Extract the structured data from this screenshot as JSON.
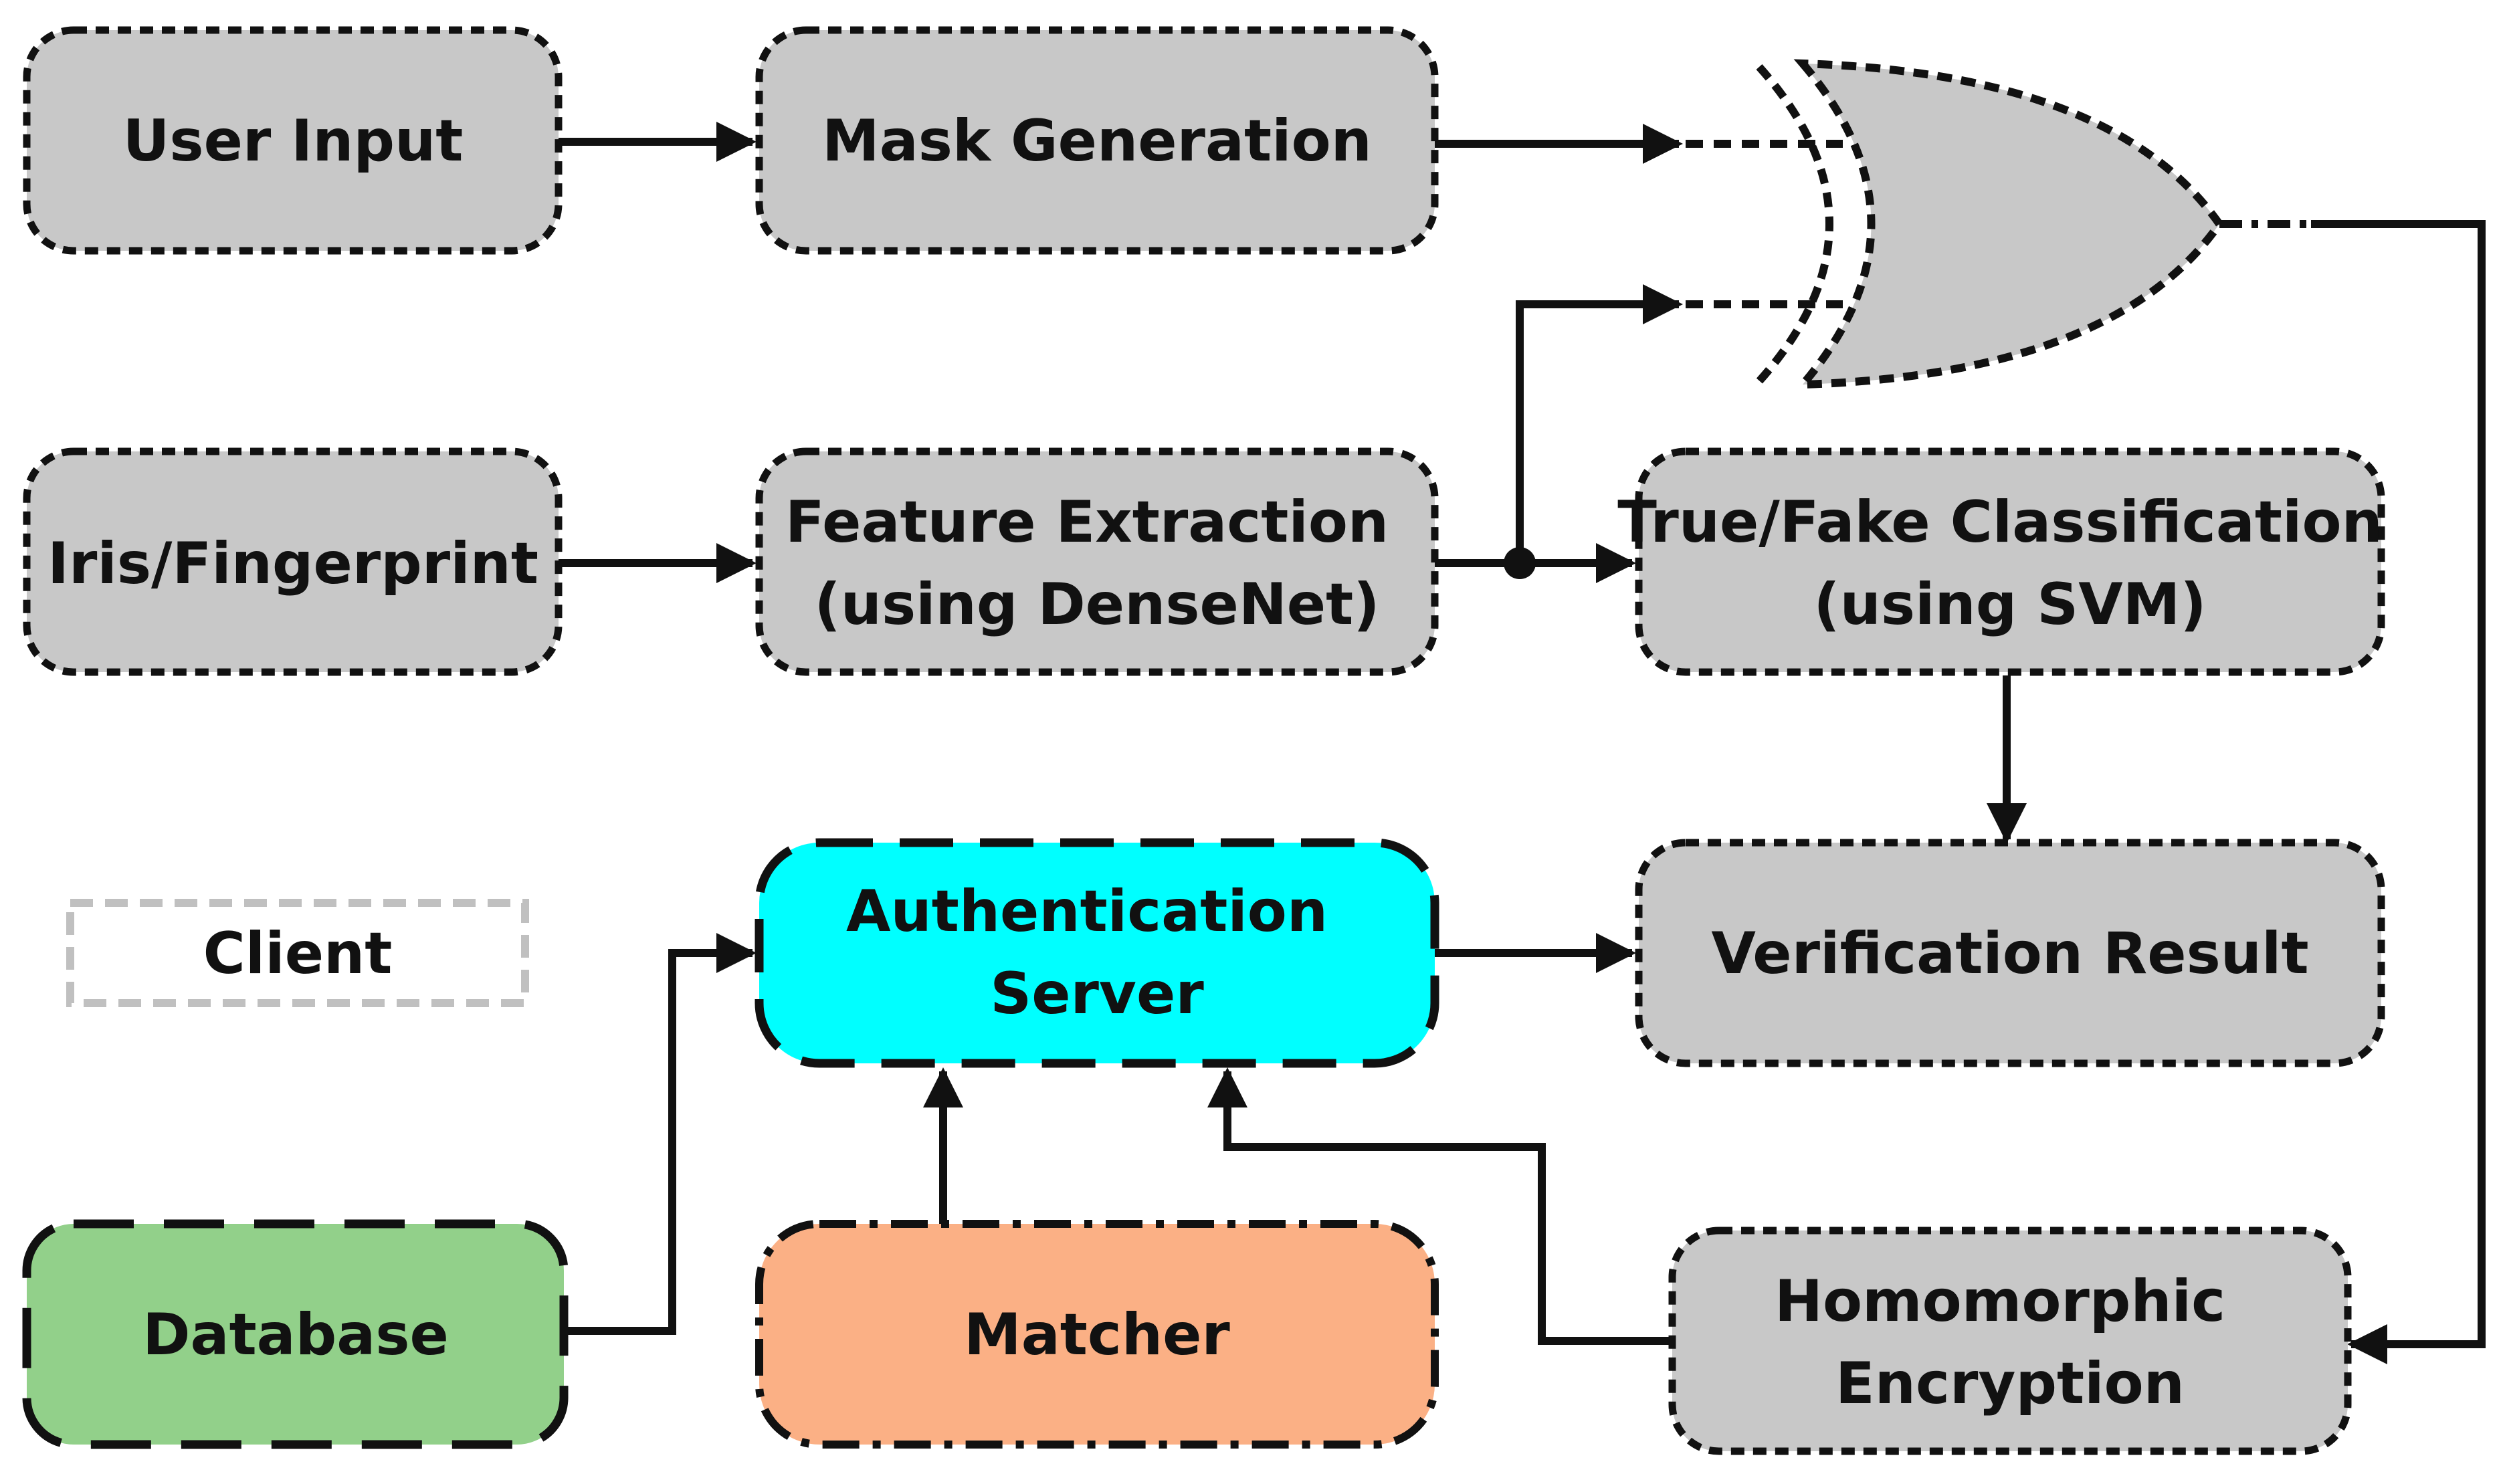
{
  "nodes": {
    "user_input": {
      "lines": [
        "User Input"
      ]
    },
    "mask_generation": {
      "lines": [
        "Mask Generation"
      ]
    },
    "iris_fingerprint": {
      "lines": [
        "Iris/Fingerprint"
      ]
    },
    "feature_extraction": {
      "lines": [
        "Feature Extraction",
        "(using DenseNet)"
      ]
    },
    "true_fake": {
      "lines": [
        "True/Fake Classification",
        "(using SVM)"
      ]
    },
    "client_legend": {
      "lines": [
        "Client"
      ]
    },
    "auth_server": {
      "lines": [
        "Authentication",
        "Server"
      ]
    },
    "verification_result": {
      "lines": [
        "Verification Result"
      ]
    },
    "database": {
      "lines": [
        "Database"
      ]
    },
    "matcher": {
      "lines": [
        "Matcher"
      ]
    },
    "homomorphic_encryption": {
      "lines": [
        "Homomorphic",
        "Encryption"
      ]
    }
  },
  "colors": {
    "client_fill": "#c8c8c8",
    "legend_border": "#c0c0c0",
    "auth_server_fill": "#00ffff",
    "database_fill": "#92d08a",
    "matcher_fill": "#fbb085",
    "stroke": "#111111"
  }
}
